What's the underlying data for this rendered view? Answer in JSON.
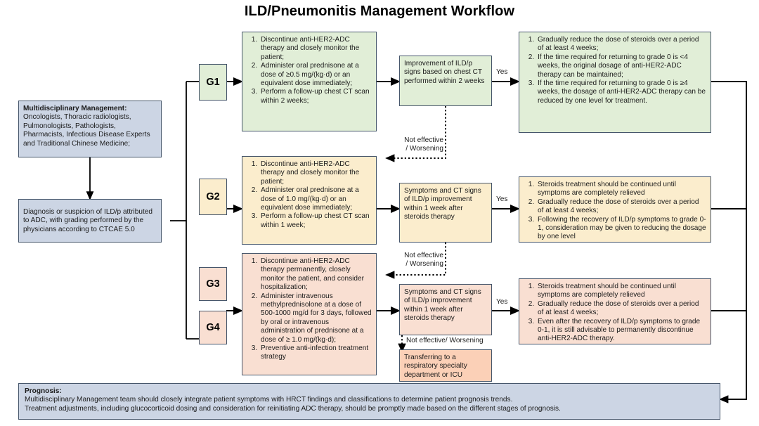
{
  "title": "ILD/Pneumonitis Management Workflow",
  "colors": {
    "blue": "#ccd5e4",
    "green": "#e1eed7",
    "yellow": "#fbedcd",
    "red": "#f9dfd2",
    "salmon": "#fbd0b7",
    "border": "#46566b",
    "wire": "#000000"
  },
  "intro": {
    "mdt_heading": "Multidisciplinary Management:",
    "mdt_body": "Oncologists, Thoracic radiologists, Pulmonologists, Pathologists, Pharmacists, Infectious Disease Experts and Traditional Chinese Medicine;",
    "diagnosis": "Diagnosis or suspicion of ILD/p attributed to ADC, with grading performed by the physicians according to CTCAE 5.0"
  },
  "grades": [
    {
      "id": "g1",
      "label": "G1"
    },
    {
      "id": "g2",
      "label": "G2"
    },
    {
      "id": "g3",
      "label": "G3"
    },
    {
      "id": "g4",
      "label": "G4"
    }
  ],
  "rows": [
    {
      "id": "row-g1",
      "treatment": [
        "Discontinue anti-HER2-ADC therapy and closely monitor the patient;",
        "Administer oral prednisone at a dose of ≥0.5 mg/(kg·d) or an equivalent dose immediately;",
        "Perform a follow-up chest CT scan within 2 weeks;"
      ],
      "decision": "Improvement of ILD/p signs based on chest CT performed within 2 weeks",
      "yes_label": "Yes",
      "no_label": "Not effective\n/ Worsening",
      "outcome": [
        "Gradually reduce the dose of steroids over a period of at least 4 weeks;",
        "If the time required for returning to grade 0 is <4 weeks, the original dosage of anti-HER2-ADC therapy can be maintained;",
        "If the time required for returning to grade 0 is ≥4 weeks, the dosage of anti-HER2-ADC therapy can be reduced by one level for treatment."
      ]
    },
    {
      "id": "row-g2",
      "treatment": [
        "Discontinue anti-HER2-ADC therapy and closely monitor the patient;",
        "Administer oral prednisone at a dose of 1.0 mg/(kg·d) or an equivalent dose immediately;",
        "Perform a follow-up chest CT scan within 1 week;"
      ],
      "decision": "Symptoms and CT signs of ILD/p improvement within 1 week after steroids therapy",
      "yes_label": "Yes",
      "no_label": "Not effective\n/ Worsening",
      "outcome": [
        "Steroids treatment should be continued until symptoms are completely relieved",
        "Gradually reduce the dose of steroids over a period of at least 4 weeks;",
        "Following the recovery of ILD/p symptoms to grade 0-1, consideration may be given to reducing the dosage by one level"
      ]
    },
    {
      "id": "row-g34",
      "treatment": [
        "Discontinue anti-HER2-ADC therapy permanently, closely monitor the patient, and consider hospitalization;",
        "Administer intravenous methylprednisolone at a dose of 500-1000 mg/d for 3 days, followed by oral or intravenous administration of prednisone at a dose of ≥ 1.0 mg/(kg·d);",
        "Preventive anti-infection treatment strategy"
      ],
      "decision": "Symptoms and CT signs of ILD/p improvement within 1 week after steroids therapy",
      "yes_label": "Yes",
      "no_label": "Not effective/ Worsening",
      "escalation": "Transferring to a respiratory specialty department or ICU",
      "outcome": [
        "Steroids treatment should be continued until symptoms are completely relieved",
        "Gradually reduce the dose of steroids over a period of at least 4 weeks;",
        "Even after the recovery of ILD/p symptoms to grade 0-1, it is still advisable to permanently discontinue anti-HER2-ADC therapy."
      ]
    }
  ],
  "prognosis": {
    "heading": "Prognosis:",
    "line1": "Multidisciplinary Management team should closely integrate patient symptoms with HRCT findings and classifications to determine patient prognosis trends.",
    "line2": "Treatment adjustments, including glucocorticoid dosing and consideration for reinitiating ADC therapy, should be promptly made based on the different stages of prognosis."
  }
}
